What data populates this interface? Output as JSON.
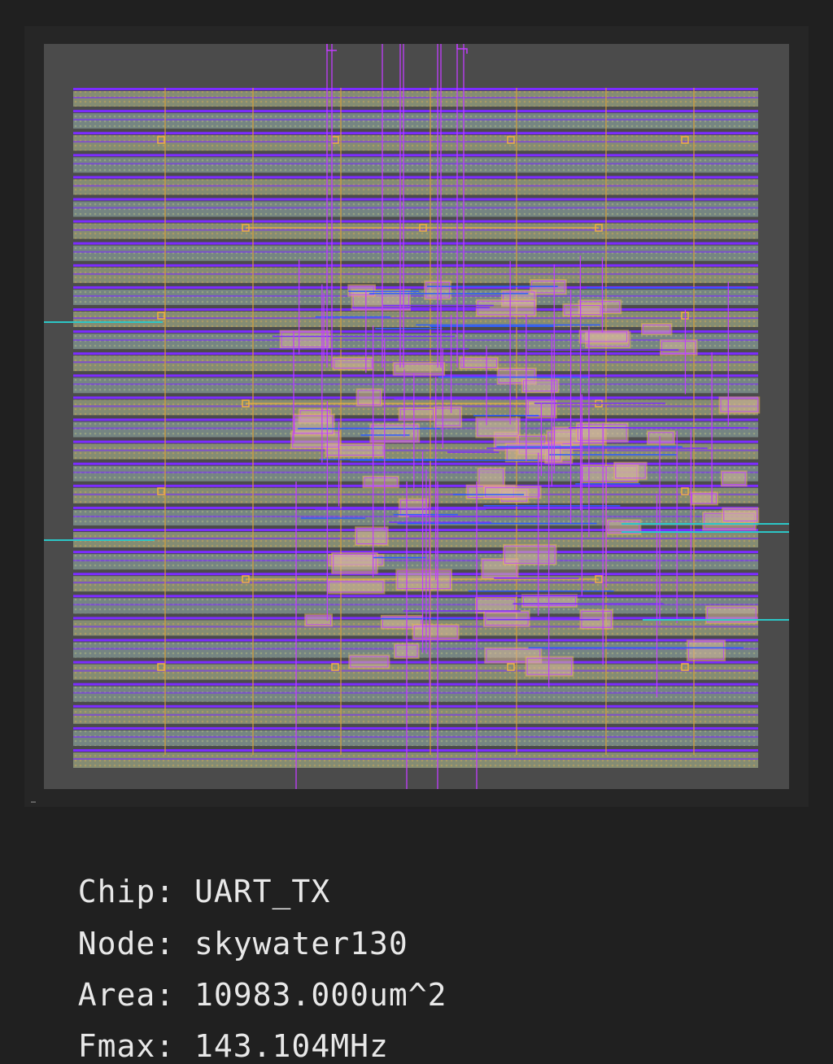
{
  "chip_info": {
    "chip_label": "Chip:",
    "chip_value": "UART_TX",
    "node_label": "Node:",
    "node_value": "skywater130",
    "area_label": "Area:",
    "area_value": "10983.000um^2",
    "fmax_label": "Fmax:",
    "fmax_value": "143.104MHz"
  },
  "colors": {
    "background": "#202020",
    "die": "#4a4a4a",
    "metal1": "#7b2cff",
    "metal2": "#c23cff",
    "row_fill": "#8f9a6a",
    "row_fill_alt": "#7d8f8a",
    "via": "#e0a030",
    "pin": "#2cc6c6",
    "cell_outline": "#f0b040"
  }
}
